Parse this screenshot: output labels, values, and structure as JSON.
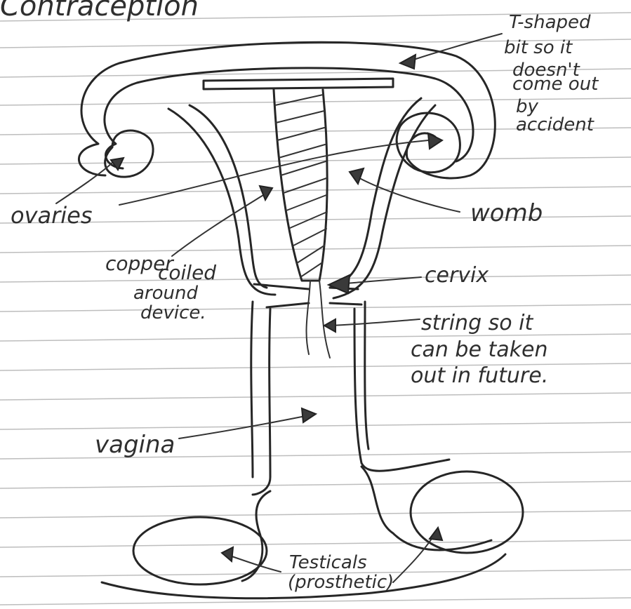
{
  "title_partial": "Contraception",
  "labels": {
    "t_shaped": [
      "T-shaped",
      "bit so it",
      "doesn't",
      "come out",
      "by",
      "accident"
    ],
    "ovaries": "ovaries",
    "womb": "womb",
    "copper": [
      "copper",
      "coiled",
      "around",
      "device."
    ],
    "cervix": "cervix",
    "string": [
      "string so it",
      "can be taken",
      "out in future."
    ],
    "vagina": "vagina",
    "testicals": [
      "Testicals",
      "(prosthetic)"
    ]
  },
  "colors": {
    "ink": "#262626",
    "paper": "#ffffff",
    "rule_line": "#bdbdbd"
  }
}
